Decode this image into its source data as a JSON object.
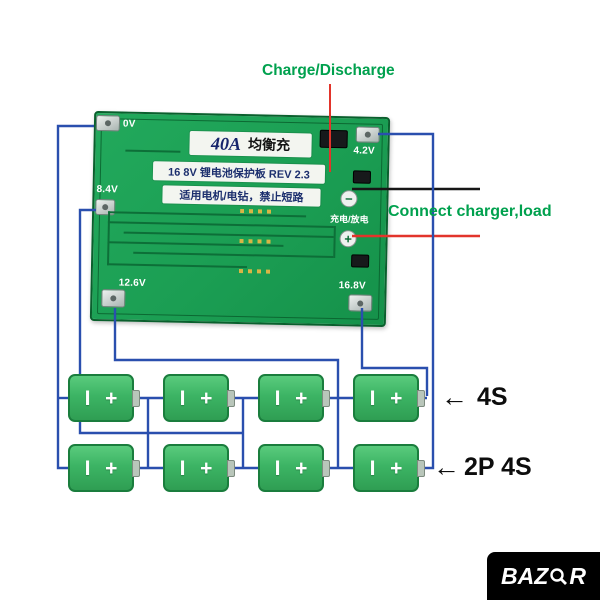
{
  "annotations": {
    "charge_discharge": "Charge/Discharge",
    "connect_charger": "Connect charger,load",
    "row1": {
      "arrow": "←",
      "label": "4S"
    },
    "row2": {
      "arrow": "←",
      "label": "2P 4S"
    }
  },
  "board": {
    "amp_rating": "40A",
    "amp_note": "均衡充",
    "title": "16 8V 锂电池保护板 REV 2.3",
    "warning": "适用电机/电钻，禁止短路",
    "charge_discharge_cn": "充电/放电",
    "minus_mark": "−",
    "plus_mark": "+",
    "pads": {
      "p0": "0V",
      "p1": "4.2V",
      "p2": "8.4V",
      "p3": "12.6V",
      "p4": "16.8V"
    }
  },
  "battery": {
    "neg": "I",
    "pos": "+"
  },
  "watermark": {
    "part1": "BAZ",
    "part2": "R"
  },
  "colors": {
    "wire_blue": "#2a4fae",
    "line_red": "#e2342b",
    "line_black": "#161616",
    "annotation_green": "#00a14e",
    "pcb_green": "#1b9e53",
    "trace_green": "#0d6f38",
    "battery_green": "#3fbb66"
  }
}
